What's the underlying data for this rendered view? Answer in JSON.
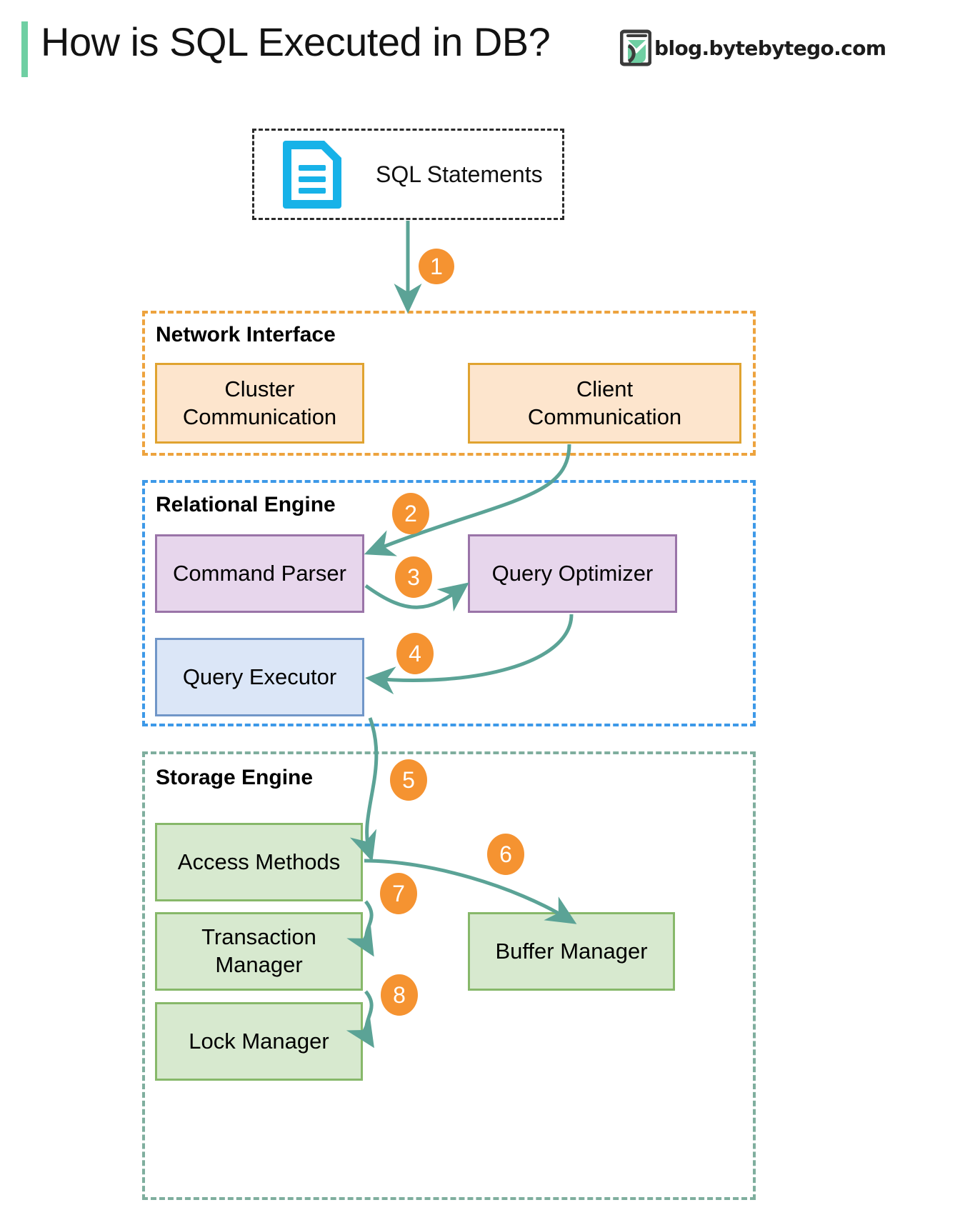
{
  "header": {
    "title": "How is SQL Executed in DB?",
    "brand_text": "blog.bytebytego.com",
    "accent_color": "#6fcfa3"
  },
  "source": {
    "label": "SQL Statements",
    "icon": "document-icon",
    "icon_color": "#17b2e8"
  },
  "groups": [
    {
      "id": "network-interface",
      "label": "Network Interface",
      "border_color": "#eda33e",
      "nodes": [
        {
          "id": "cluster-communication",
          "label": "Cluster\nCommunication"
        },
        {
          "id": "client-communication",
          "label": "Client\nCommunication"
        }
      ]
    },
    {
      "id": "relational-engine",
      "label": "Relational Engine",
      "border_color": "#3d99e8",
      "nodes": [
        {
          "id": "command-parser",
          "label": "Command Parser"
        },
        {
          "id": "query-optimizer",
          "label": "Query Optimizer"
        },
        {
          "id": "query-executor",
          "label": "Query Executor"
        }
      ]
    },
    {
      "id": "storage-engine",
      "label": "Storage Engine",
      "border_color": "#7fae9e",
      "nodes": [
        {
          "id": "access-methods",
          "label": "Access Methods"
        },
        {
          "id": "transaction-manager",
          "label": "Transaction\nManager"
        },
        {
          "id": "lock-manager",
          "label": "Lock Manager"
        },
        {
          "id": "buffer-manager",
          "label": "Buffer Manager"
        }
      ]
    }
  ],
  "steps": [
    {
      "number": "1",
      "from": "sql-statements",
      "to": "network-interface"
    },
    {
      "number": "2",
      "from": "client-communication",
      "to": "command-parser"
    },
    {
      "number": "3",
      "from": "command-parser",
      "to": "query-optimizer"
    },
    {
      "number": "4",
      "from": "query-optimizer",
      "to": "query-executor"
    },
    {
      "number": "5",
      "from": "query-executor",
      "to": "access-methods"
    },
    {
      "number": "6",
      "from": "access-methods",
      "to": "buffer-manager"
    },
    {
      "number": "7",
      "from": "access-methods",
      "to": "transaction-manager"
    },
    {
      "number": "8",
      "from": "transaction-manager",
      "to": "lock-manager"
    }
  ],
  "colors": {
    "arrow": "#5ba396",
    "badge": "#f59331",
    "orange_fill": "#fde5cd",
    "orange_stroke": "#e0a330",
    "purple_fill": "#e7d6ec",
    "purple_stroke": "#9a74a8",
    "blue_fill": "#dbe6f7",
    "blue_stroke": "#7096c8",
    "green_fill": "#d7e9cf",
    "green_stroke": "#87b86a"
  }
}
